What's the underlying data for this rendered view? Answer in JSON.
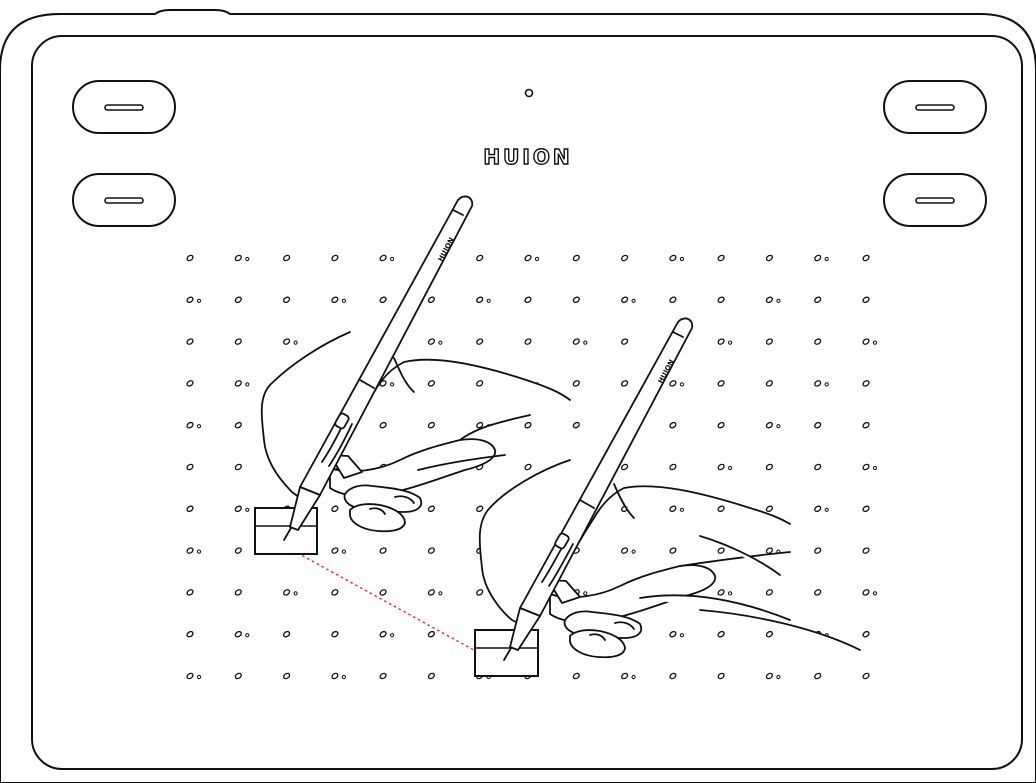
{
  "tablet": {
    "brand": "HUION",
    "pen_brand": "HUION",
    "express_keys": [
      {
        "id": "top-left"
      },
      {
        "id": "middle-left"
      },
      {
        "id": "top-right"
      },
      {
        "id": "middle-right"
      }
    ],
    "indicator": "status-light",
    "dot_grid": {
      "columns": 15,
      "rows": 11
    }
  },
  "illustration": {
    "hands": [
      "start-hand",
      "end-hand"
    ],
    "drag_path_color": "#e8262c",
    "outline_color": "#111111"
  }
}
